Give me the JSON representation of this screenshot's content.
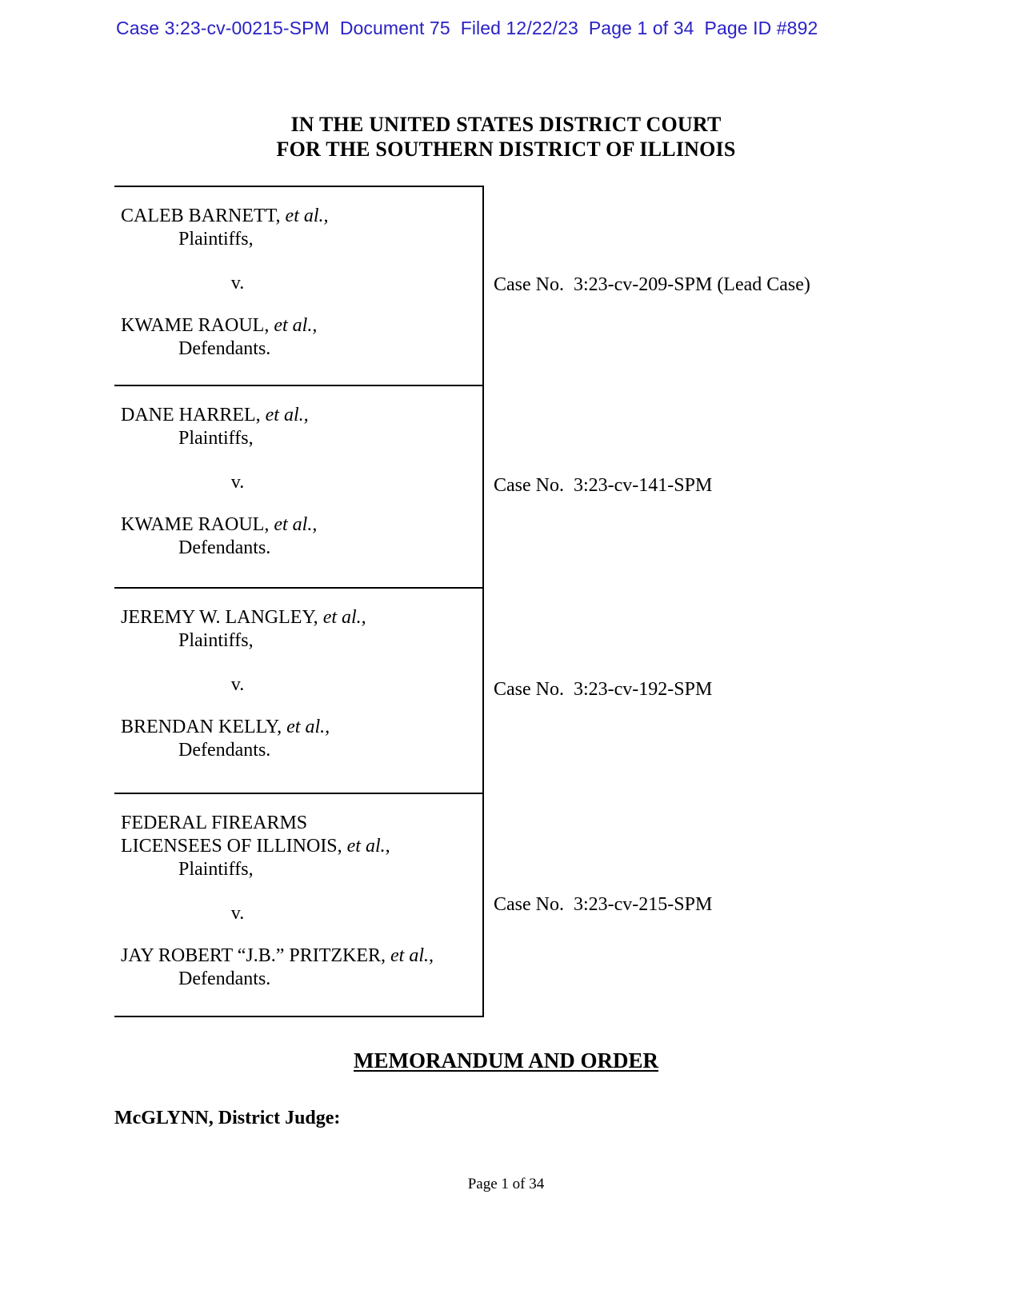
{
  "ecf_stamp": {
    "case": "Case 3:23-cv-00215-SPM",
    "document": "Document 75",
    "filed": "Filed 12/22/23",
    "page": "Page 1 of 34",
    "page_id": "Page ID #892",
    "color": "#2a22c4"
  },
  "court": {
    "line1": "IN THE UNITED STATES DISTRICT COURT",
    "line2": "FOR THE SOUTHERN DISTRICT OF ILLINOIS"
  },
  "caption": {
    "blocks": [
      {
        "plaintiff_name": "CALEB BARNETT,",
        "plaintiff_etal": " et al.,",
        "plaintiff_role": "Plaintiffs,",
        "versus": "v.",
        "defendant_name": "KWAME RAOUL,",
        "defendant_etal": " et al.,",
        "defendant_role": "Defendants.",
        "case_number": "Case No.  3:23-cv-209-SPM (Lead Case)"
      },
      {
        "plaintiff_name": "DANE HARREL,",
        "plaintiff_etal": " et al.,",
        "plaintiff_role": "Plaintiffs,",
        "versus": "v.",
        "defendant_name": "KWAME RAOUL,",
        "defendant_etal": " et al.,",
        "defendant_role": "Defendants.",
        "case_number": "Case No.  3:23-cv-141-SPM"
      },
      {
        "plaintiff_name": "JEREMY W. LANGLEY,",
        "plaintiff_etal": " et al.,",
        "plaintiff_role": "Plaintiffs,",
        "versus": "v.",
        "defendant_name": "BRENDAN KELLY,",
        "defendant_etal": " et al.,",
        "defendant_role": "Defendants.",
        "case_number": "Case No.  3:23-cv-192-SPM"
      },
      {
        "plaintiff_name": "FEDERAL FIREARMS\nLICENSEES OF ILLINOIS,",
        "plaintiff_etal": " et al.,",
        "plaintiff_role": "Plaintiffs,",
        "versus": "v.",
        "defendant_name": "JAY ROBERT “J.B.” PRITZKER,",
        "defendant_etal": " et al.,",
        "defendant_role": "Defendants.",
        "case_number": "Case No.  3:23-cv-215-SPM"
      }
    ]
  },
  "document": {
    "heading": "MEMORANDUM AND ORDER",
    "judge_line": "McGLYNN, District Judge:"
  },
  "footer": {
    "page_label": "Page 1 of 34"
  }
}
